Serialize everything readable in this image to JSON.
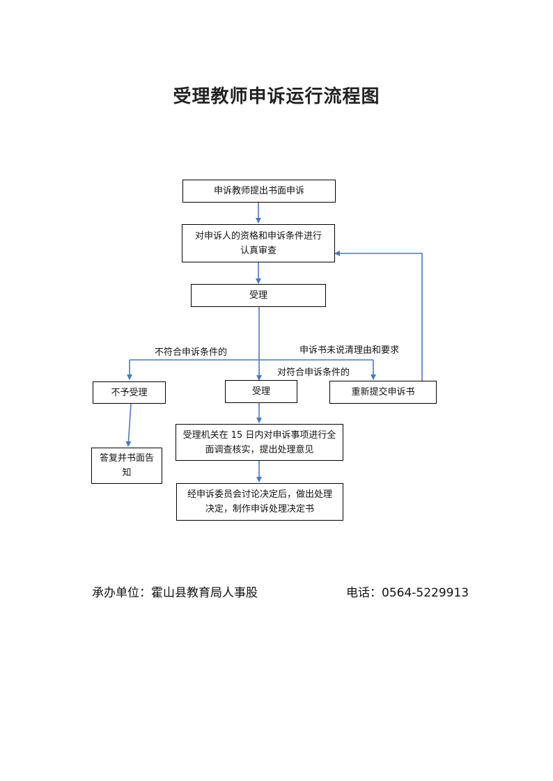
{
  "title": "受理教师申诉运行流程图",
  "nodes": {
    "submit": "申诉教师提出书面申诉",
    "review": "对申诉人的资格和申诉条件进行认真审查",
    "accept_top": "受理",
    "reject": "不予受理",
    "accept": "受理",
    "resubmit": "重新提交申诉书",
    "reply": "答复并书面告知",
    "investigate": "受理机关在 15 日内对申诉事项进行全面调查核实，提出处理意见",
    "decision": "经申诉委员会讨论决定后，做出处理决定，制作申诉处理决定书"
  },
  "edge_labels": {
    "not_eligible": "不符合申诉条件的",
    "unclear": "申诉书未说清理由和要求",
    "eligible": "对符合申诉条件的"
  },
  "footer": {
    "organizer": "承办单位：霍山县教育局人事股",
    "phone": "电话：0564-5229913"
  },
  "colors": {
    "arrow": "#4a78c0",
    "border": "#000000"
  }
}
